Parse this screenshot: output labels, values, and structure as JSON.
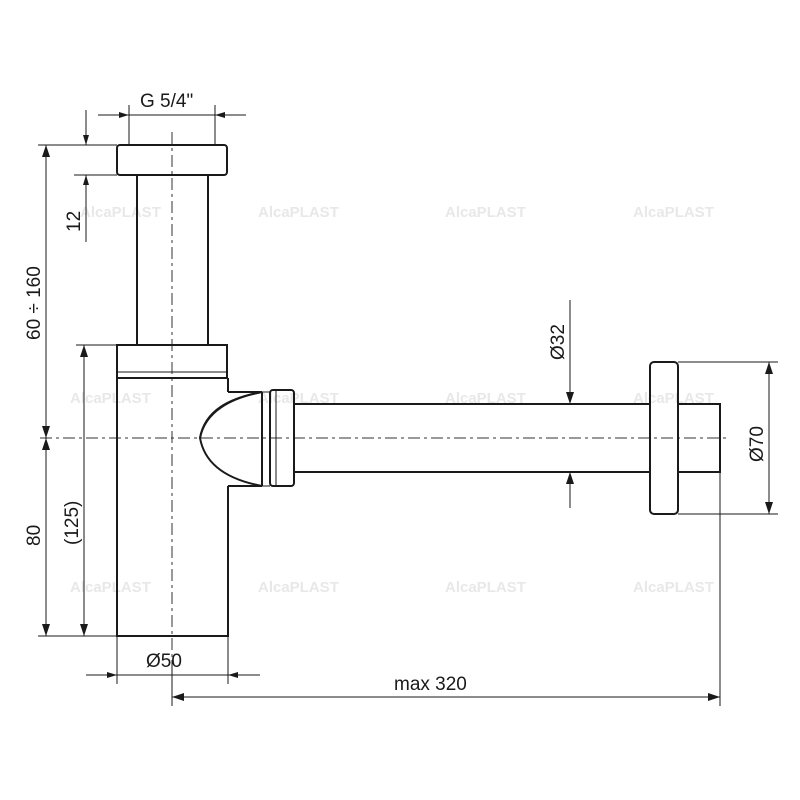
{
  "watermark": "AlcaPLAST",
  "dimensions": {
    "thread": "G 5/4\"",
    "nut_height": "12",
    "height_range": "60 ÷ 160",
    "outlet_height": "80",
    "body_height": "(125)",
    "body_diameter": "Ø50",
    "pipe_diameter": "Ø32",
    "flange_diameter": "Ø70",
    "max_length": "max 320"
  }
}
